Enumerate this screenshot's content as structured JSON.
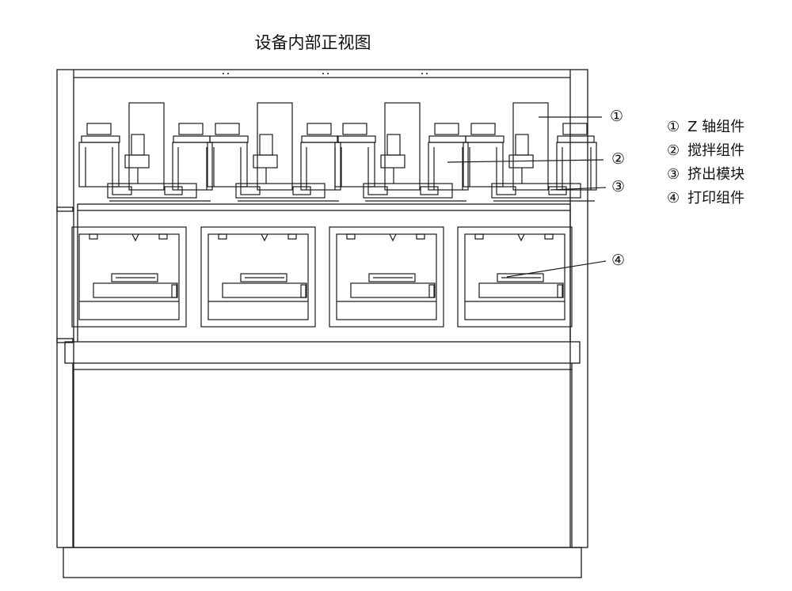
{
  "title": "设备内部正视图",
  "callouts": [
    "①",
    "②",
    "③",
    "④"
  ],
  "legend": [
    {
      "marker": "①",
      "label": "Z 轴组件"
    },
    {
      "marker": "②",
      "label": "搅拌组件"
    },
    {
      "marker": "③",
      "label": "挤出模块"
    },
    {
      "marker": "④",
      "label": "打印组件"
    }
  ],
  "colors": {
    "line": "#1a1a1a",
    "background": "#ffffff"
  }
}
